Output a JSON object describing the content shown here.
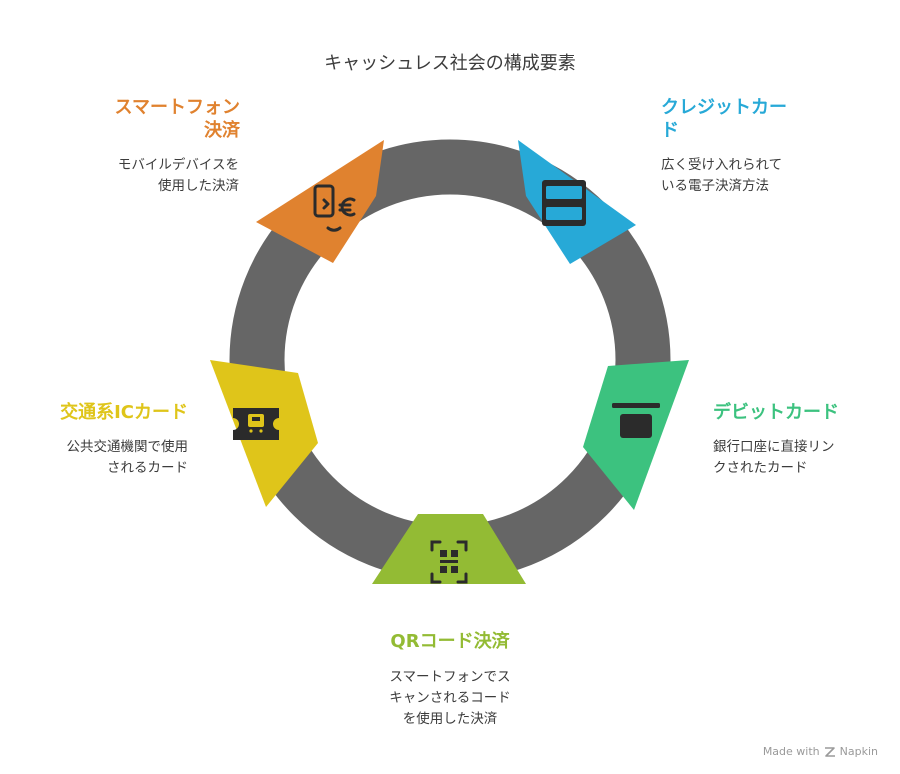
{
  "title": "キャッシュレス社会の構成要素",
  "colors": {
    "ring": "#666666",
    "icon": "#2b2b2b",
    "smartphone": "#e0822f",
    "credit": "#27a9d7",
    "debit": "#3cc27f",
    "qr": "#93bb34",
    "transit": "#dfc51a"
  },
  "items": [
    {
      "key": "smartphone",
      "title": "スマートフォン\n決済",
      "desc": "モバイルデバイスを\n使用した決済",
      "icon": "smartphone-payment-icon"
    },
    {
      "key": "credit",
      "title": "クレジットカー\nド",
      "desc": "広く受け入れられて\nいる電子決済方法",
      "icon": "credit-card-icon"
    },
    {
      "key": "debit",
      "title": "デビットカード",
      "desc": "銀行口座に直接リン\nクされたカード",
      "icon": "debit-card-icon"
    },
    {
      "key": "qr",
      "title": "QRコード決済",
      "desc": "スマートフォンでス\nキャンされるコード\nを使用した決済",
      "icon": "qr-code-icon"
    },
    {
      "key": "transit",
      "title": "交通系ICカード",
      "desc": "公共交通機関で使用\nされるカード",
      "icon": "train-icon"
    }
  ],
  "footer": {
    "text": "Made with",
    "brand": "Napkin",
    "icon": "napkin-logo-icon"
  }
}
